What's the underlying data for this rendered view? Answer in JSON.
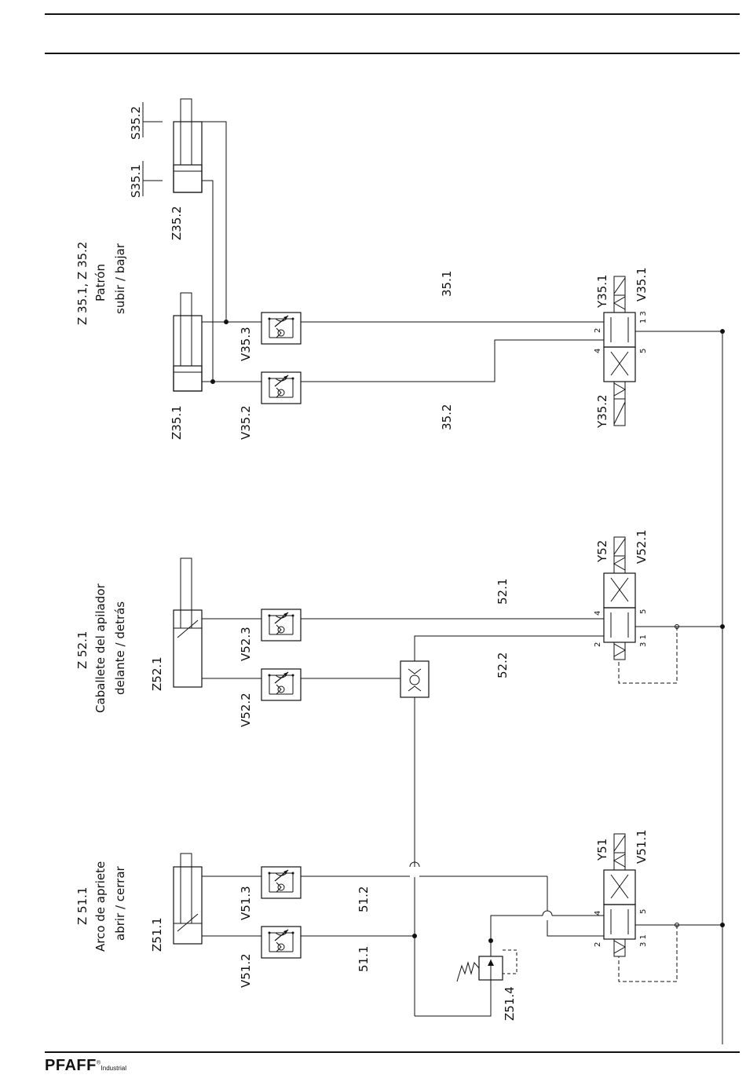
{
  "brand": {
    "name": "PFAFF",
    "mark": "®",
    "sub": "Industrial"
  },
  "titles": {
    "z35": [
      "Z 35.1, Z 35.2",
      "Patrón",
      "subir / bajar"
    ],
    "z52": [
      "Z 52.1",
      "Caballete del apilador",
      "delante / detrás"
    ],
    "z51": [
      "Z 51.1",
      "Arco de apriete",
      "abrir / cerrar"
    ]
  },
  "labels": {
    "S35_2": "S35.2",
    "S35_1": "S35.1",
    "Z35_2": "Z35.2",
    "Z35_1": "Z35.1",
    "V35_3": "V35.3",
    "V35_2": "V35.2",
    "L35_1": "35.1",
    "L35_2": "35.2",
    "Y35_1": "Y35.1",
    "V35_1": "V35.1",
    "Y35_2": "Y35.2",
    "Z52_1": "Z52.1",
    "V52_3": "V52.3",
    "V52_2": "V52.2",
    "L52_1": "52.1",
    "L52_2": "52.2",
    "Y52": "Y52",
    "V52_1": "V52.1",
    "Z51_1": "Z51.1",
    "V51_3": "V51.3",
    "V51_2": "V51.2",
    "L51_2": "51.2",
    "L51_1": "51.1",
    "Z51_4": "Z51.4",
    "Y51": "Y51",
    "V51_1": "V51.1"
  },
  "ports": {
    "p2": "2",
    "p4": "4",
    "p5": "5",
    "p1": "1",
    "p3": "3",
    "p31": "3 1",
    "p13": "1 3"
  }
}
